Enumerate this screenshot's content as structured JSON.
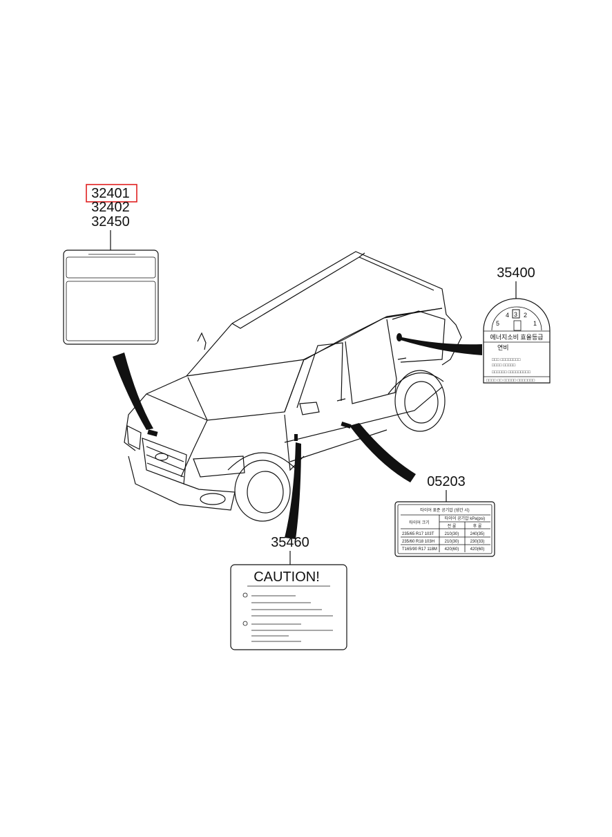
{
  "labels": {
    "part_32401": "32401",
    "part_32402": "32402",
    "part_32450": "32450",
    "part_35400": "35400",
    "part_05203": "05203",
    "part_35460": "35460"
  },
  "caution_label": {
    "title": "CAUTION!"
  },
  "fuel_label": {
    "grades": [
      "5",
      "4",
      "3",
      "2",
      "1"
    ],
    "selected_grade": "3",
    "heading": "에너지소비 효율등급",
    "row": "연비"
  },
  "tire_label": {
    "title": "타이어 표준 공기압 (냉간 시)",
    "col_size": "타이어 크기",
    "col_pressure": "타이어 공기압 kPa(psi)",
    "col_front": "전 륜",
    "col_rear": "후 륜",
    "rows": [
      {
        "size": "235/65 R17 103T",
        "front": "210(30)",
        "rear": "240(35)"
      },
      {
        "size": "235/60 R18 103H",
        "front": "210(30)",
        "rear": "230(33)"
      },
      {
        "size": "T165/90 R17 118M",
        "front": "420(60)",
        "rear": "420(60)"
      }
    ]
  },
  "colors": {
    "highlight": "#e02020",
    "ink": "#111111"
  }
}
